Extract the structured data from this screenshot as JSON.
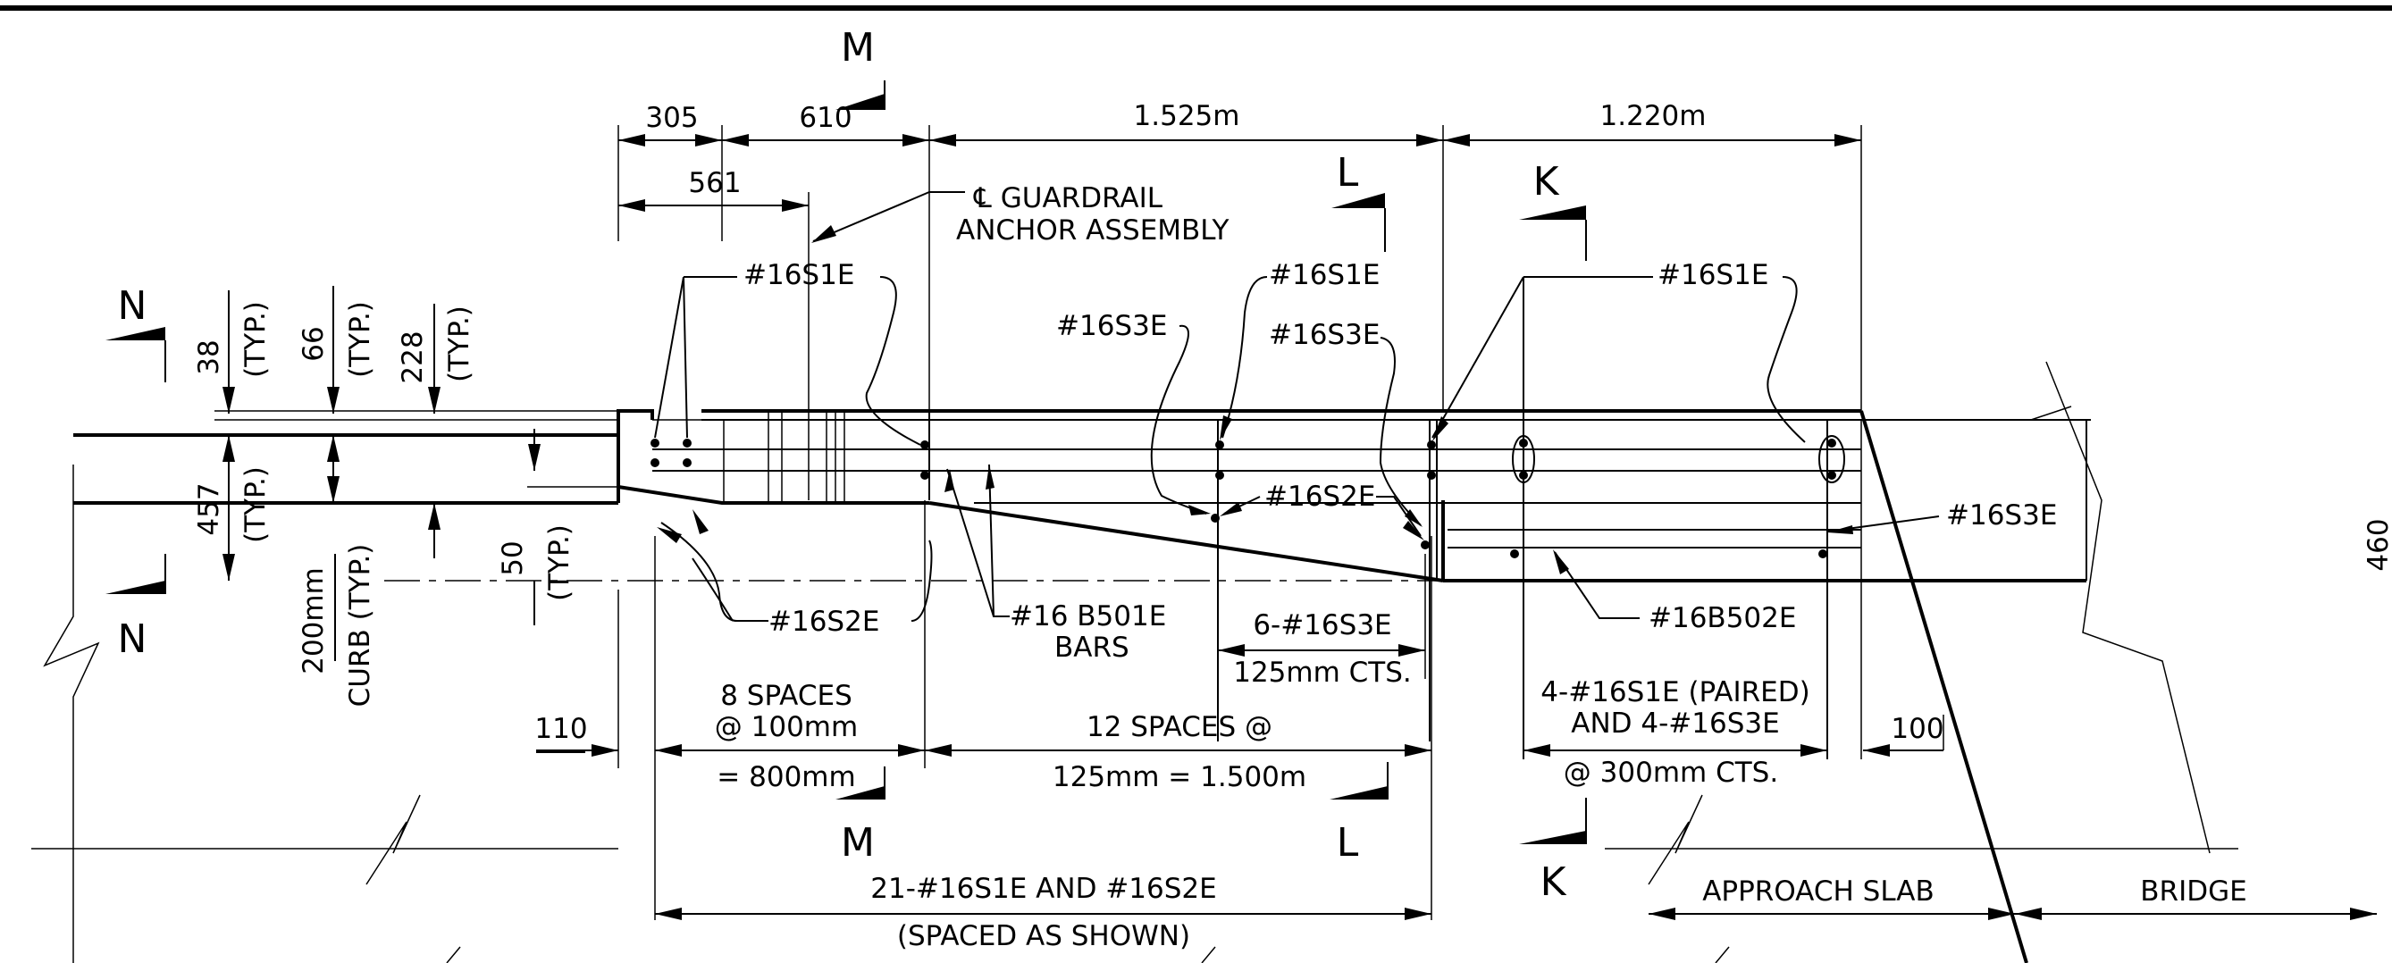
{
  "dimensions": {
    "top_305": "305",
    "top_610": "610",
    "top_1525": "1.525m",
    "top_1220": "1.220m",
    "d_561": "561",
    "d_38": "38",
    "d_66": "66",
    "d_228": "228",
    "d_457": "457",
    "d_50": "50",
    "d_200": "200mm",
    "d_110": "110",
    "d_100": "100",
    "typ": "(TYP.)",
    "curb_typ": "CURB (TYP.)"
  },
  "section_marks": {
    "M": "M",
    "L": "L",
    "K": "K",
    "N": "N"
  },
  "callouts": {
    "guardrail_line1": "℄ GUARDRAIL",
    "guardrail_line2": "ANCHOR ASSEMBLY",
    "s1e": "#16S1E",
    "s3e": "#16S3E",
    "s2e": "#16S2E",
    "b501e_line1": "#16 B501E",
    "b501e_line2": "BARS",
    "b502e": "#16B502E",
    "six_s3e": "6-#16S3E",
    "cts125": "125mm CTS.",
    "eight_spaces_1": "8 SPACES",
    "eight_spaces_2": "@ 100mm",
    "eight_spaces_3": "= 800mm",
    "twelve_spaces_1": "12 SPACES @",
    "twelve_spaces_2": "125mm = 1.500m",
    "paired_1": "4-#16S1E (PAIRED)",
    "paired_2": "AND 4-#16S3E",
    "paired_3": "@ 300mm CTS.",
    "total_1": "21-#16S1E AND #16S2E",
    "total_2": "(SPACED AS SHOWN)",
    "approach_slab": "APPROACH SLAB",
    "bridge": "BRIDGE",
    "edge_460": "460"
  }
}
